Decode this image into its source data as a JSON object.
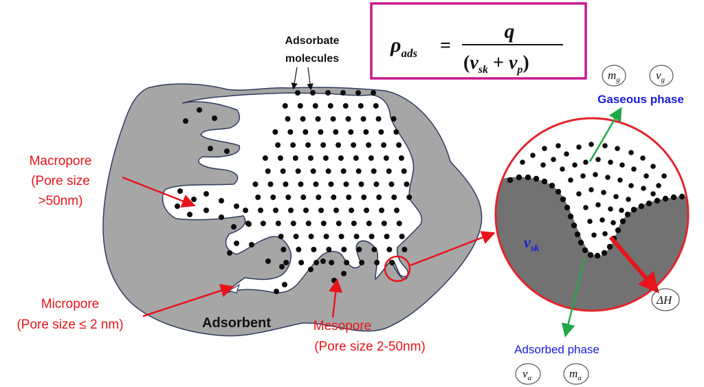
{
  "labels": {
    "adsorbate_line1": "Adsorbate",
    "adsorbate_line2": "molecules",
    "macropore_line1": "Macropore",
    "macropore_line2": "(Pore size",
    "macropore_line3": ">50nm)",
    "micropore_line1": "Micropore",
    "micropore_line2": "(Pore size ≤ 2 nm)",
    "adsorbent": "Adsorbent",
    "mesopore_line1": "Mesopore",
    "mesopore_line2": "(Pore size 2-50nm)",
    "gaseous_phase": "Gaseous phase",
    "adsorbed_phase": "Adsorbed phase",
    "v_sk_main": "v",
    "v_sk_sub": "sk"
  },
  "equation": {
    "lhs_main": "ρ",
    "lhs_sub": "ads",
    "equals": "=",
    "numerator": "q",
    "den_open": "(",
    "den_v1": "v",
    "den_sub1": "sk",
    "den_plus": " + ",
    "den_v2": "v",
    "den_sub2": "p",
    "den_close": ")"
  },
  "symbols": {
    "m_g": {
      "main": "m",
      "sub": "g"
    },
    "v_g": {
      "main": "v",
      "sub": "g"
    },
    "v_a": {
      "main": "v",
      "sub": "a"
    },
    "m_a": {
      "main": "m",
      "sub": "a"
    },
    "delta_h": {
      "main": "ΔH"
    }
  },
  "colors": {
    "adsorbent_fill": "#a6a6a6",
    "adsorbent_dark": "#727272",
    "pore_outline": "#2f3a5e",
    "label_red": "#e8141b",
    "label_blue": "#1a1ad6",
    "arrow_green": "#22a84a",
    "box_magenta": "#c8188f",
    "molecule": "#0c0c0c"
  }
}
